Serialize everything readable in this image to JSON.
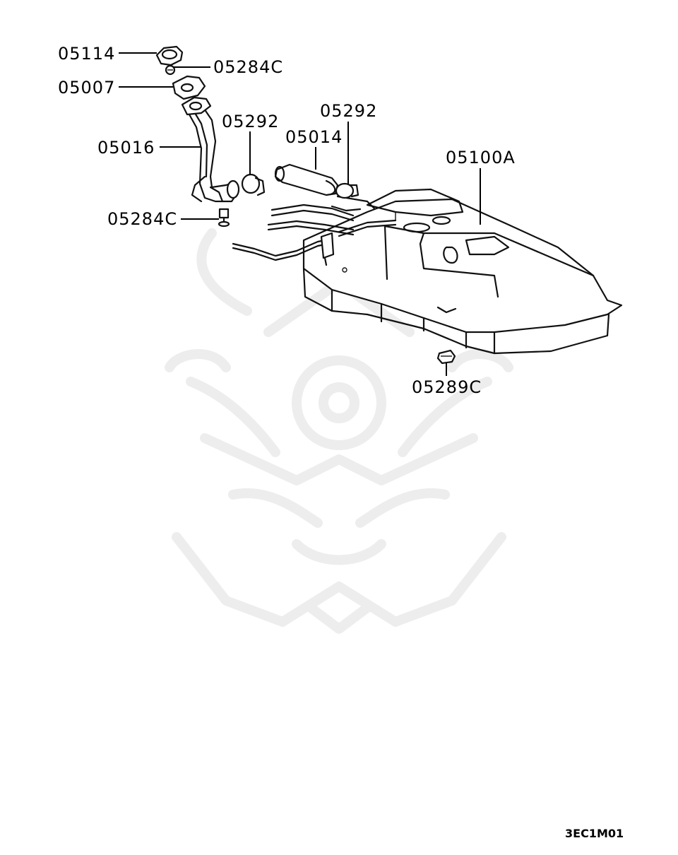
{
  "diagram": {
    "figure_code": "3EC1M01",
    "labels": {
      "p05114": "05114",
      "p05284c_top": "05284C",
      "p05007": "05007",
      "p05016": "05016",
      "p05292_left": "05292",
      "p05292_right": "05292",
      "p05014": "05014",
      "p05100a": "05100A",
      "p05284c_bottom": "05284C",
      "p05289c": "05289C"
    },
    "watermark": "samurai-helmet-logo"
  }
}
